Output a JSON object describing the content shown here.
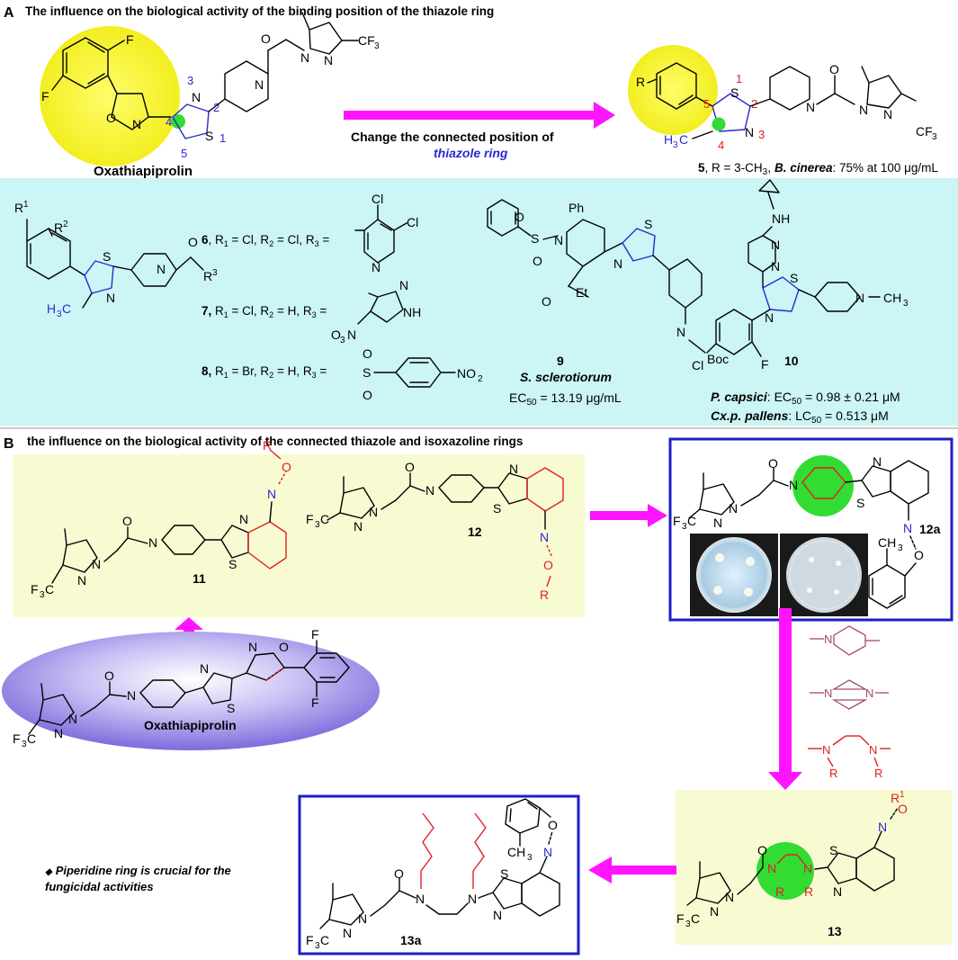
{
  "panel_a": {
    "letter": "A",
    "title": "The influence on the biological activity of the binding position of the thiazole ring",
    "oxathiapiprolin_label": "Oxathiapiprolin",
    "arrow_text_line1": "Change the connected position of",
    "arrow_text_line2": "thiazole ring",
    "compound5_number": "5",
    "compound5_text": ", R = 3-CH",
    "compound5_pathogen": "B. cinerea",
    "compound5_activity": ":  75% at 100 μg/mL",
    "ring_numbers": [
      "1",
      "2",
      "3",
      "4",
      "5"
    ],
    "atoms": {
      "F": "F",
      "O": "O",
      "N": "N",
      "S": "S",
      "CF3": "CF",
      "sub3": "3",
      "R": "R",
      "H3C": "H",
      "R1": "R",
      "R2": "R",
      "R3": "R",
      "Cl": "Cl",
      "Ph": "Ph",
      "Et": "Et",
      "Boc": "Boc",
      "NH": "NH",
      "CH3": "CH",
      "NO2": "NO",
      "O2N": "O",
      "S_sulf": "S"
    },
    "compound6": "6, R",
    "compound6_rest": " = Cl, R",
    "compound6_rest2": " = Cl, R",
    "compound7": "7,",
    "compound7_rest": " R",
    "compound7_vals": " = Cl, R",
    "compound7_vals2": " = H, R",
    "compound8": "8,",
    "compound8_vals": " R",
    "compound8_v1": " = Br, R",
    "compound8_v2": " = H, R",
    "eq": " =",
    "compound9_number": "9",
    "compound9_pathogen": "S. sclerotiorum",
    "compound9_activity": "EC",
    "compound9_activity_sub": "50",
    "compound9_activity_val": " = 13.19 μg/mL",
    "compound10_number": "10",
    "compound10_pathogen1": "P. capsici",
    "compound10_act1": ": EC",
    "compound10_act1_sub": "50",
    "compound10_act1_val": " = 0.98 ± 0.21 μM",
    "compound10_pathogen2": "Cx.p. pallens",
    "compound10_act2": ": LC",
    "compound10_act2_sub": "50",
    "compound10_act2_val": " = 0.513 μM"
  },
  "panel_b": {
    "letter": "B",
    "title": "the influence on the biological activity of the connected thiazole and isoxazoline rings",
    "compound11": "11",
    "compound12": "12",
    "compound12a": "12a",
    "compound13": "13",
    "compound13a": "13a",
    "oxathiapiprolin_label": "Oxathiapiprolin",
    "note": "Piperidine ring is crucial for the fungicidal activities",
    "note_line1": "Piperidine ring is crucial for the",
    "note_line2": "fungicidal activities",
    "bullet": "◆"
  },
  "colors": {
    "arrow": "#ff14ff",
    "yellow_circle": "#fafa32",
    "cyan_box": "#ccf5f5",
    "light_yellow_box": "#f8fbd2",
    "blue_frame": "#1e1ec8",
    "green_circle": "#32dc32",
    "purple_ellipse": "#8a7ae6",
    "blue_text": "#2a2ad0",
    "red_text": "#e02020"
  },
  "icons": [
    "right-arrow-icon",
    "up-arrow-icon",
    "down-arrow-icon",
    "left-arrow-icon",
    "petri-dish-image"
  ]
}
